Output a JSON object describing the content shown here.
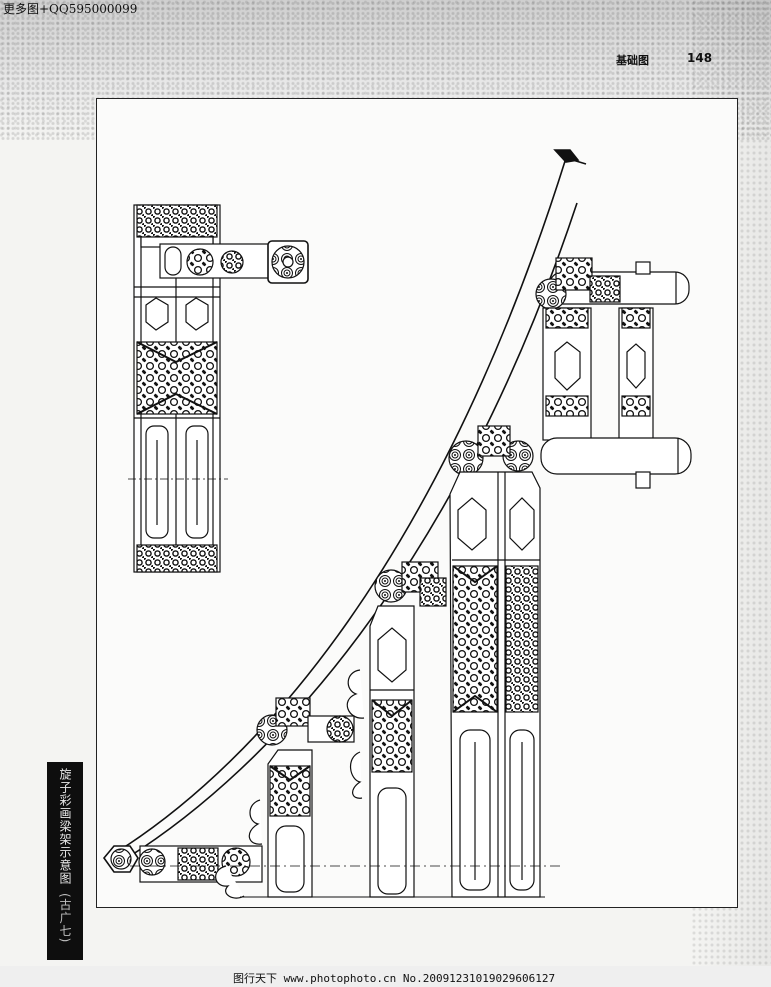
{
  "watermark": "更多图+QQ595000099",
  "header": {
    "section": "基础图",
    "page_number": "148"
  },
  "caption": {
    "title": "旋子彩画梁架示意图",
    "sub": "(古广七)"
  },
  "footer": {
    "text": "图行天下 www.photophoto.cn  No.20091231019029606127"
  }
}
